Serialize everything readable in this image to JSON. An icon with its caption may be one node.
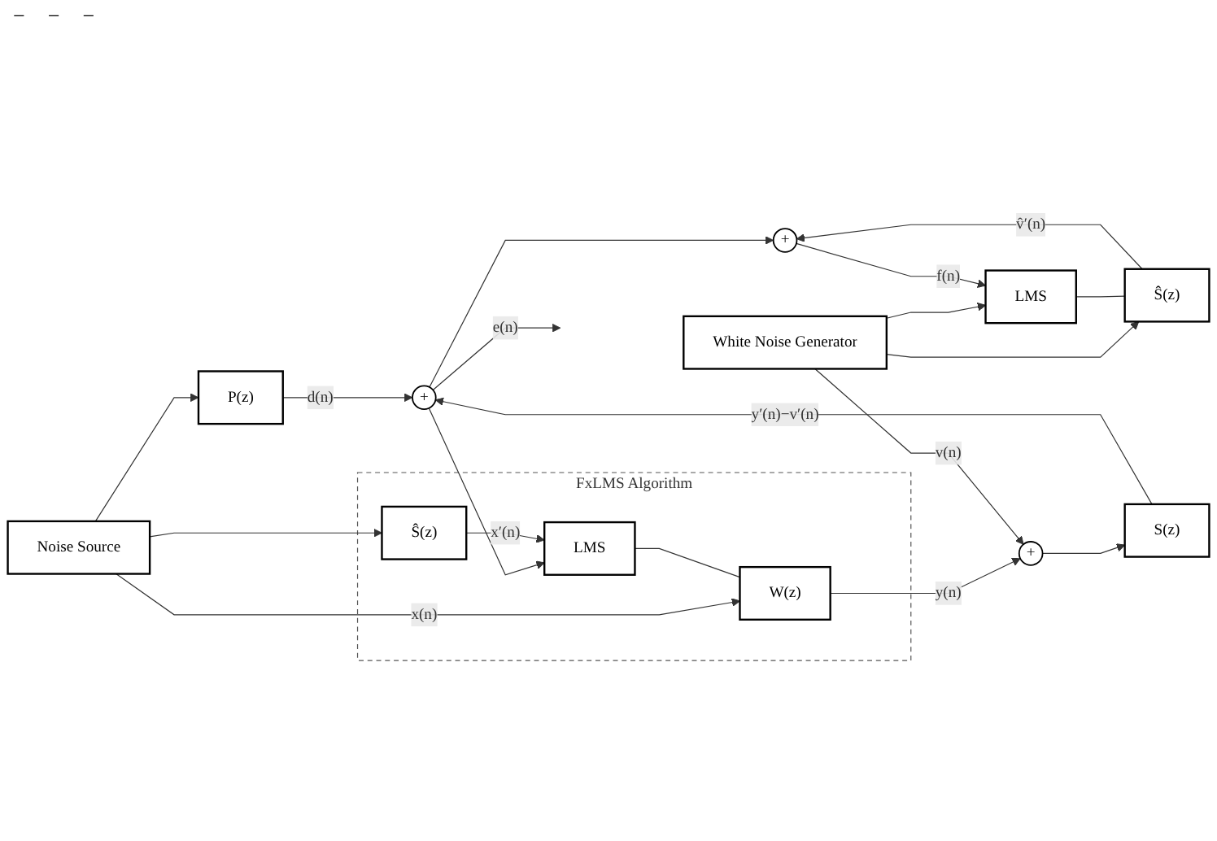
{
  "diagram": {
    "nodes": [
      {
        "text": [
          "Noise Source"
        ]
      },
      {
        "text": [
          "P(z)"
        ]
      },
      {
        "text": [
          "S(z)"
        ]
      },
      {
        "text": [
          "+"
        ]
      },
      {
        "text": [
          "+"
        ]
      },
      {
        "text": [
          "Ŝ(z)"
        ]
      },
      {
        "text": [
          "White Noise Generator"
        ]
      },
      {
        "text": [
          "LMS"
        ]
      },
      {
        "text": [
          "+"
        ]
      },
      {
        "text": [
          "FxLMS Algorithm"
        ]
      },
      {
        "text": [
          "W(z)"
        ],
        "in": 9
      },
      {
        "text": [
          "Ŝ(z)"
        ],
        "in": 9
      },
      {
        "text": [
          "LMS"
        ],
        "in": 9
      }
    ],
    "edges": [
      {
        "from": 0,
        "to": 1,
        "arrow": "to"
      },
      {
        "from": 1,
        "to": 3,
        "arrow": "to",
        "label": "d(n)"
      },
      {
        "from": 2,
        "to": 3,
        "arrow": "to",
        "label": "y′(n)−v′(n)"
      },
      {
        "from": 3,
        "to": null,
        "arrow": "to",
        "label": "e(n)"
      },
      {
        "from": 3,
        "to": 8,
        "arrow": "to"
      },
      {
        "from": 3,
        "to": 12,
        "arrow": "to"
      },
      {
        "from": 0,
        "to": 10,
        "arrow": "to",
        "label": "x(n)"
      },
      {
        "from": 0,
        "to": 11,
        "arrow": "to"
      },
      {
        "from": 10,
        "to": 4,
        "arrow": "to",
        "label": "y(n)"
      },
      {
        "from": 4,
        "to": 2,
        "arrow": "to"
      },
      {
        "from": 6,
        "to": 4,
        "arrow": "to",
        "label": "v(n)"
      },
      {
        "from": 6,
        "to": 5,
        "arrow": "to"
      },
      {
        "from": 6,
        "to": 7,
        "arrow": "to"
      },
      {
        "from": 5,
        "to": 8,
        "arrow": "to",
        "label": "v̂′(n)"
      },
      {
        "from": 8,
        "to": 7,
        "arrow": "to",
        "label": "f(n)"
      },
      {
        "from": 7,
        "to": 5,
        "arrow": "none"
      },
      {
        "from": 12,
        "to": 10,
        "arrow": "none"
      },
      {
        "from": 11,
        "to": 12,
        "arrow": "to",
        "label": "x′(n)"
      }
    ],
    "labels": [
      "−",
      "−",
      "−"
    ]
  }
}
